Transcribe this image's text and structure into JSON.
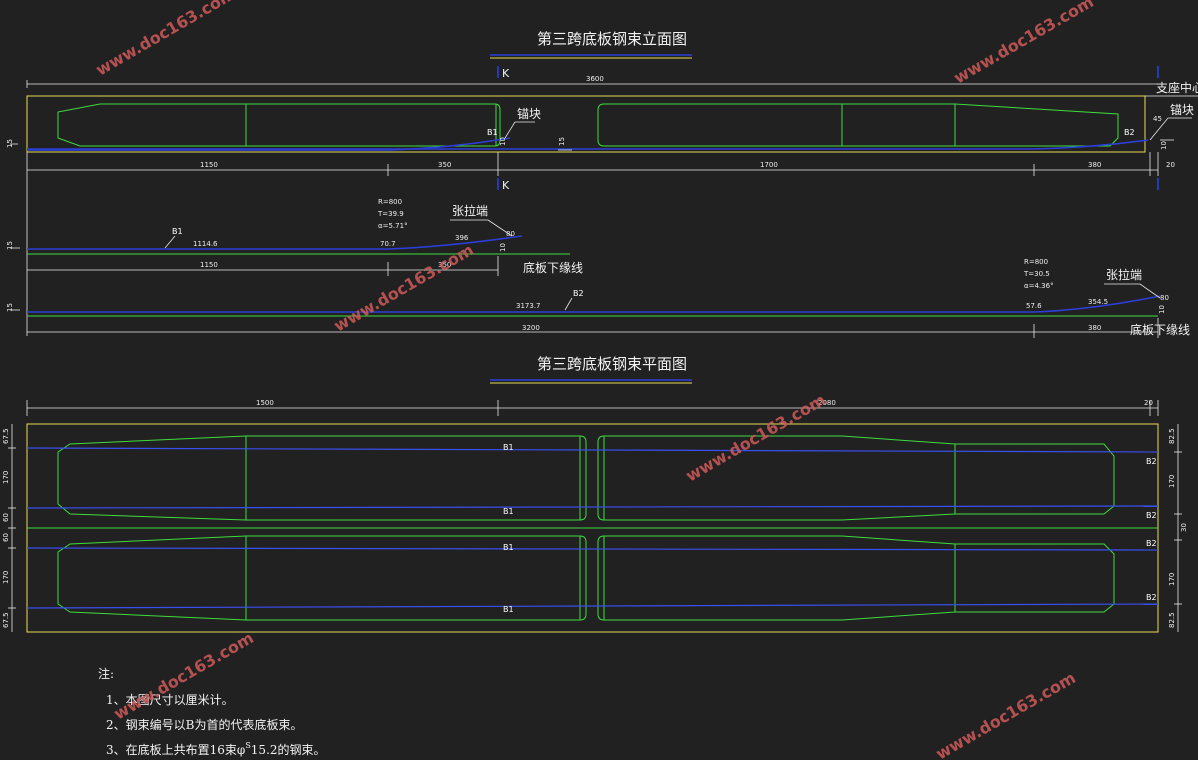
{
  "colors": {
    "background": "#212121",
    "outline": "#3edc3e",
    "tendon": "#2b3fd8",
    "frame": "#e5dc54",
    "dimension": "#e8e8e8",
    "watermark": "#d05a5a"
  },
  "elevation": {
    "title": "第三跨底板钢束立面图",
    "section_mark": "K",
    "overall_dim": "3600",
    "bearing_label": "支座中心线",
    "anchor_label_mid": "锚块",
    "anchor_label_right": "锚块",
    "tendon_b1": "B1",
    "tendon_b2": "B2",
    "dim_left_15": "15",
    "dim_mid_10": "10",
    "dim_mid_15": "15",
    "dim_right_45": "45",
    "dim_right_10": "10",
    "bottom_dims": [
      "1150",
      "350",
      "1700",
      "380",
      "20"
    ]
  },
  "profile_b1": {
    "curve": [
      "R=800",
      "T=39.9",
      "α=5.71°"
    ],
    "length_straight": "1114.6",
    "tangent_dim": "70.7",
    "anchor_label": "张拉端",
    "dim_396": "396",
    "dim_80": "80",
    "dim_10": "10",
    "dim_15": "15",
    "bottom_dims": [
      "1150",
      "350"
    ],
    "baseline_label": "底板下缘线",
    "tendon": "B1"
  },
  "profile_b2": {
    "curve": [
      "R=800",
      "T=30.5",
      "α=4.36°"
    ],
    "length_straight": "3173.7",
    "tangent_dim": "57.6",
    "anchor_label": "张拉端",
    "dim_354": "354.5",
    "dim_80": "80",
    "dim_10": "10",
    "dim_15": "15",
    "bottom_dims": [
      "3200",
      "380"
    ],
    "baseline_label": "底板下缘线",
    "tendon": "B2"
  },
  "plan": {
    "title": "第三跨底板钢束平面图",
    "top_dims": [
      "1500",
      "2080",
      "20"
    ],
    "left_dims": [
      "67.5",
      "170",
      "60",
      "60",
      "170",
      "67.5"
    ],
    "right_dims": [
      "82.5",
      "170",
      "30",
      "170",
      "82.5"
    ],
    "b1_labels": [
      "B1",
      "B1",
      "B1",
      "B1"
    ],
    "b2_labels": [
      "B2",
      "B2",
      "B2",
      "B2"
    ]
  },
  "notes": {
    "heading": "注:",
    "items": [
      "1、本图尺寸以厘米计。",
      "2、钢束编号以B为首的代表底板束。",
      "3、在底板上共布置16束φ<sup>s</sup>15.2的钢束。"
    ],
    "item3_parts": [
      "3、在底板上共布置16束φ",
      "S",
      "15.2的钢束。"
    ]
  },
  "watermark": "www.doc163.com"
}
